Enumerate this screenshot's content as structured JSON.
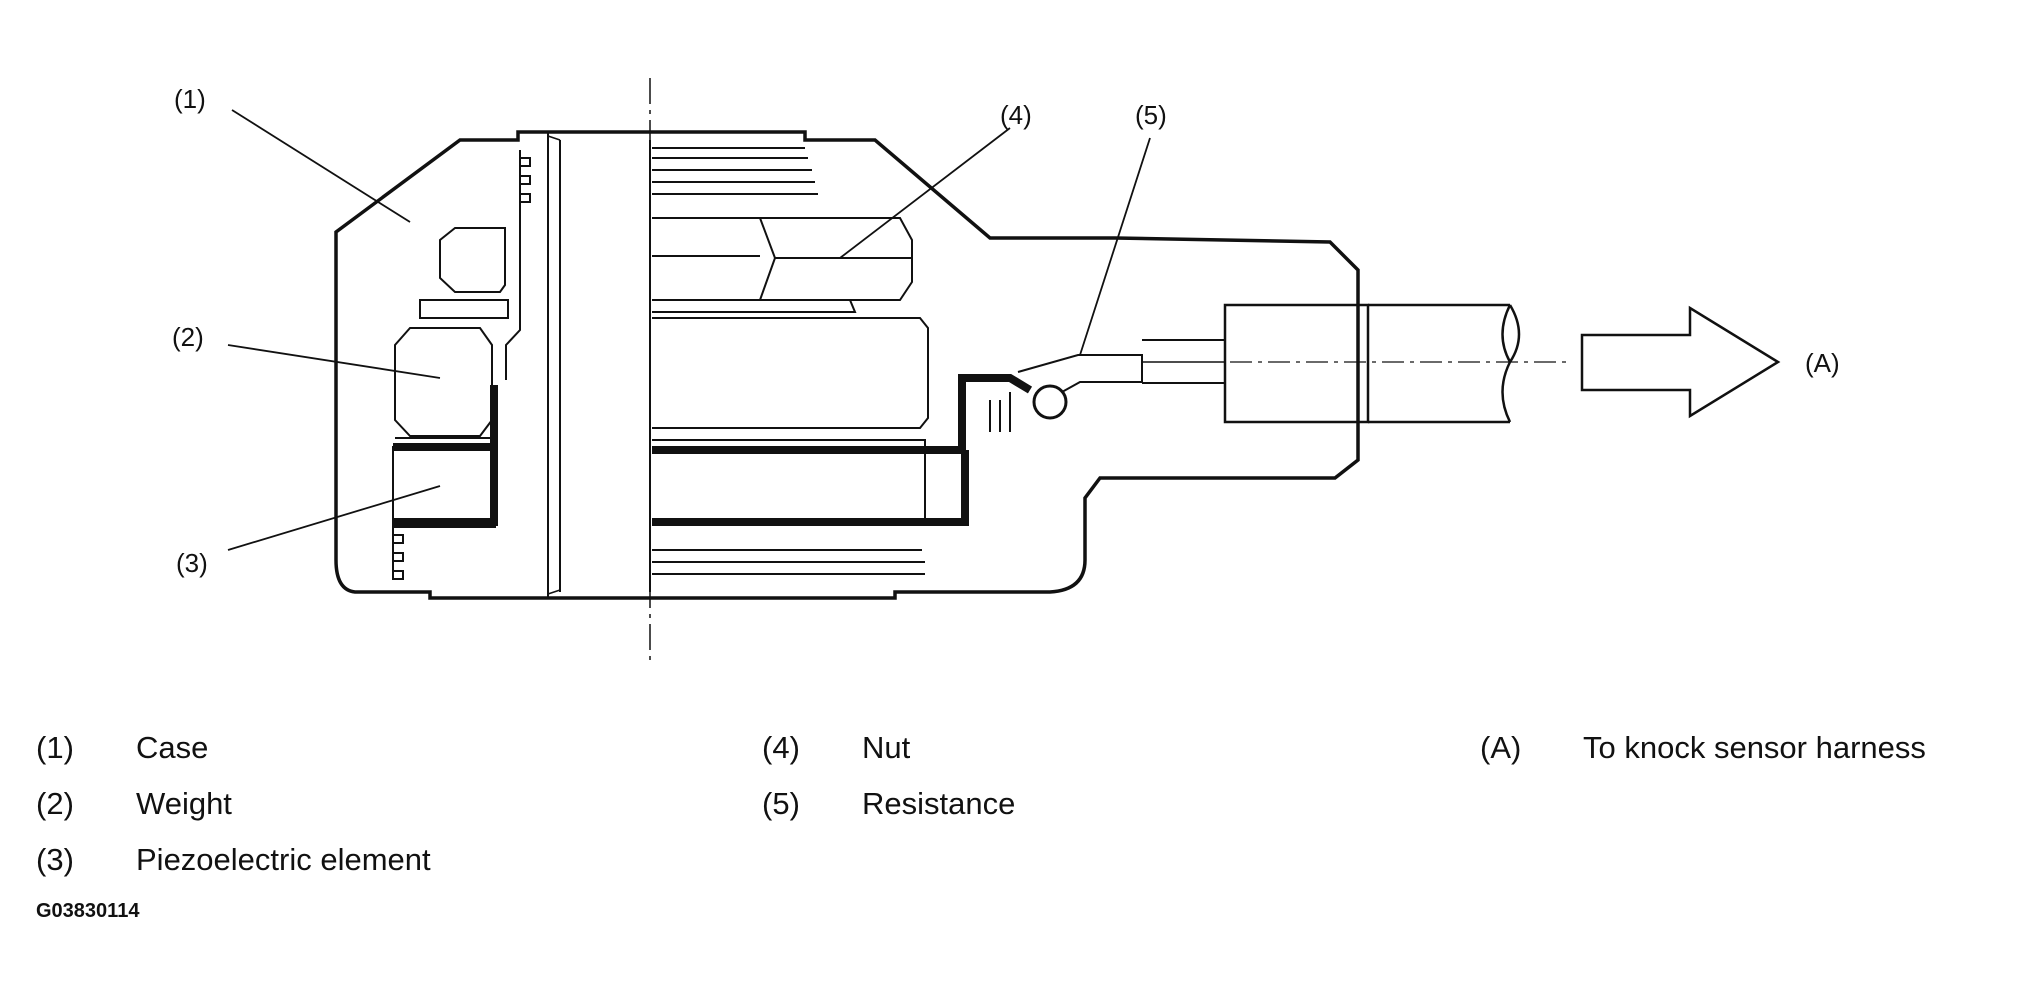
{
  "callouts": [
    "(1)",
    "(2)",
    "(3)",
    "(4)",
    "(5)",
    "(A)"
  ],
  "legend": {
    "col1": [
      {
        "key": "(1)",
        "label": "Case"
      },
      {
        "key": "(2)",
        "label": "Weight"
      },
      {
        "key": "(3)",
        "label": "Piezoelectric element"
      }
    ],
    "col2": [
      {
        "key": "(4)",
        "label": "Nut"
      },
      {
        "key": "(5)",
        "label": "Resistance"
      }
    ],
    "col3": [
      {
        "key": "(A)",
        "label": "To knock sensor harness"
      }
    ]
  },
  "figure_code": "G03830114"
}
